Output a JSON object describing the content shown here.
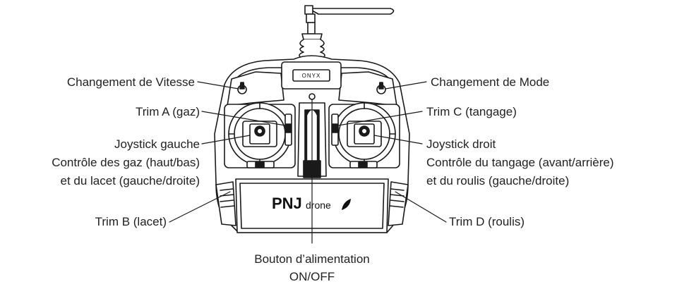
{
  "labels": {
    "speed_change": "Changement de Vitesse",
    "mode_change": "Changement de Mode",
    "trim_a": "Trim A (gaz)",
    "trim_c": "Trim C (tangage)",
    "left_stick": "Joystick gauche",
    "left_stick_desc_1": "Contrôle des gaz (haut/bas)",
    "left_stick_desc_2": "et du lacet (gauche/droite)",
    "right_stick": "Joystick droit",
    "right_stick_desc_1": "Contrôle du tangage (avant/arrière)",
    "right_stick_desc_2": "et du roulis (gauche/droite)",
    "trim_b": "Trim B (lacet)",
    "trim_d": "Trim D (roulis)",
    "power_1": "Bouton d’alimentation",
    "power_2": "ON/OFF"
  },
  "device": {
    "top_badge": "ONYX",
    "brand_main": "PNJ",
    "brand_sub": "drone"
  }
}
